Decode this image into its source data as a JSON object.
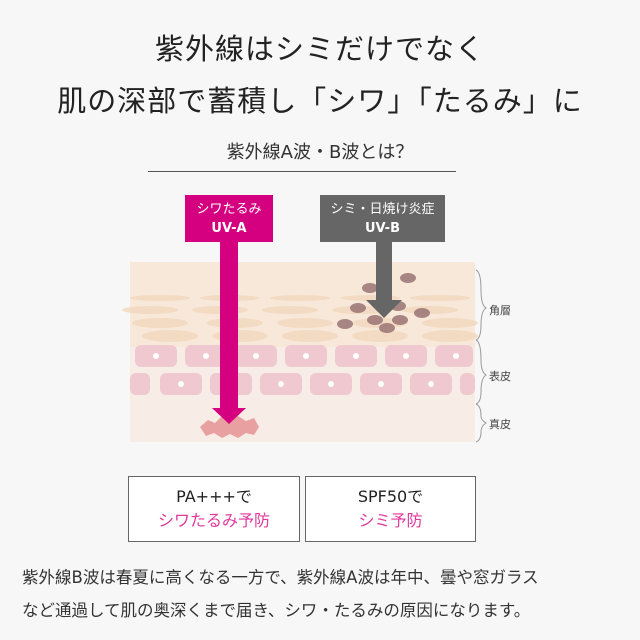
{
  "title": {
    "line1": "紫外線はシミだけでなく",
    "line2": "肌の深部で蓄積し「シワ」「たるみ」に"
  },
  "subtitle": "紫外線A波・B波とは？",
  "diagram": {
    "uva": {
      "label1": "シワたるみ",
      "label2": "UV-A",
      "color": "#d4007f"
    },
    "uvb": {
      "label1": "シミ・日焼け炎症",
      "label2": "UV-B",
      "color": "#666666"
    },
    "layers": [
      "角層",
      "表皮",
      "真皮"
    ]
  },
  "boxes": [
    {
      "line1": "PA+++で",
      "line2": "シワたるみ予防"
    },
    {
      "line1": "SPF50で",
      "line2": "シミ予防"
    }
  ],
  "description": {
    "line1": "紫外線B波は春夏に高くなる一方で、紫外線A波は年中、曇や窓ガラス",
    "line2": "など通過して肌の奥深くまで届き、シワ・たるみの原因になります。"
  }
}
